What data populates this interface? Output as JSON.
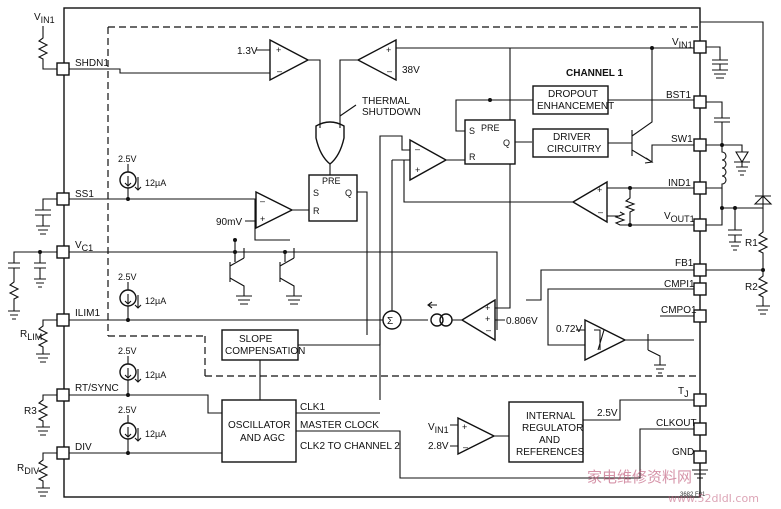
{
  "pins_left": {
    "shdn": "SHDN1",
    "ss": "SS1",
    "vc": "V",
    "vc_sub": "C1",
    "ilim": "ILIM1",
    "rt": "RT/SYNC",
    "div": "DIV"
  },
  "pins_right": {
    "vin": "V",
    "vin_sub": "IN1",
    "bst": "BST1",
    "sw": "SW1",
    "ind": "IND1",
    "vout": "V",
    "vout_sub": "OUT1",
    "fb": "FB1",
    "cmpi": "CMPI1",
    "cmpo": "CMPO1",
    "tj": "T",
    "tj_sub": "J",
    "clkout": "CLKOUT",
    "gnd": "GND"
  },
  "external": {
    "vin_top": "V",
    "vin_top_sub": "IN1",
    "r_lim": "R",
    "r_lim_sub": "LIM",
    "r3": "R3",
    "r_div": "R",
    "r_div_sub": "DIV",
    "r1": "R1",
    "r2": "R2"
  },
  "blocks": {
    "channel": "CHANNEL 1",
    "dropout_1": "DROPOUT",
    "dropout_2": "ENHANCEMENT",
    "driver_1": "DRIVER",
    "driver_2": "CIRCUITRY",
    "slope_1": "SLOPE",
    "slope_2": "COMPENSATION",
    "osc_1": "OSCILLATOR",
    "osc_2": "AND AGC",
    "reg_1": "INTERNAL",
    "reg_2": "REGULATOR",
    "reg_3": "AND",
    "reg_4": "REFERENCES",
    "thermal_1": "THERMAL",
    "thermal_2": "SHUTDOWN",
    "pre": "PRE",
    "s": "S",
    "r": "R",
    "q": "Q"
  },
  "labels": {
    "v13": "1.3V",
    "v38": "38V",
    "v25_a": "2.5V",
    "i12_a": "12µA",
    "v25_b": "2.5V",
    "i12_b": "12µA",
    "v25_c": "2.5V",
    "i12_c": "12µA",
    "v25_d": "2.5V",
    "i12_d": "12µA",
    "v90": "90mV",
    "v0806": "0.806V",
    "v072": "0.72V",
    "clk1": "CLK1",
    "master": "MASTER CLOCK",
    "clk2": "CLK2 TO CHANNEL 2",
    "reg_vin": "V",
    "reg_vin_sub": "IN1",
    "v28": "2.8V",
    "v25_reg": "2.5V",
    "sigma": "Σ",
    "fig": "3682 F01"
  },
  "watermark": {
    "cn": "家电维修资料网",
    "url": "www.52dIdI.com"
  }
}
